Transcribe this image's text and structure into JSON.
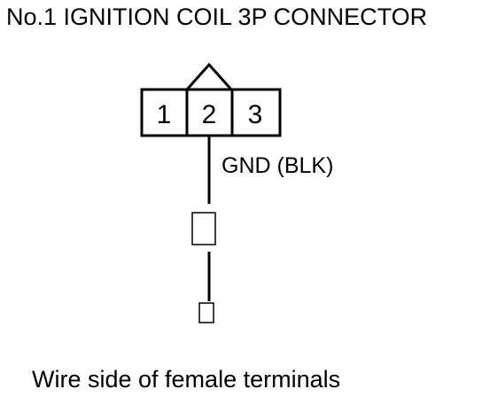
{
  "title": "No.1 IGNITION COIL 3P CONNECTOR",
  "connector": {
    "pins": [
      {
        "label": "1"
      },
      {
        "label": "2"
      },
      {
        "label": "3"
      }
    ]
  },
  "wire_label": "GND (BLK)",
  "caption": "Wire side of female terminals",
  "colors": {
    "line": "#000000",
    "background": "#ffffff"
  }
}
